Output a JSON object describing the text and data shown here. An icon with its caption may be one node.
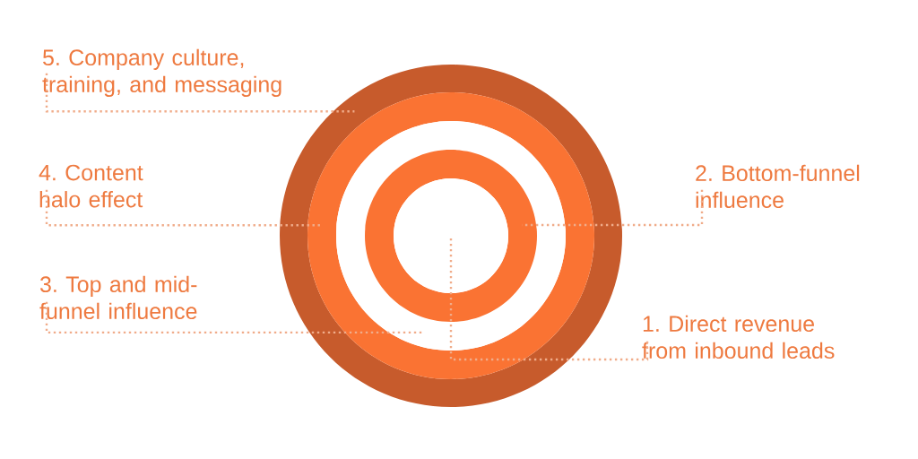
{
  "diagram": {
    "nodes": [
      {
        "text": [
          "5. Company culture, training, and messaging"
        ]
      },
      {
        "text": [
          "4. Content halo effect"
        ]
      },
      {
        "text": [
          "2. Bottom-funnel influence"
        ]
      },
      {
        "text": [
          "3. Top and mid-funnel influence"
        ]
      },
      {
        "text": [
          "1. Direct revenue from inbound leads"
        ]
      },
      {
        "text": [],
        "shape": "ring"
      },
      {
        "text": [],
        "shape": "ring",
        "in": 5
      },
      {
        "text": [],
        "shape": "ring",
        "in": 6
      },
      {
        "text": [],
        "shape": "ring",
        "in": 7
      },
      {
        "text": [],
        "shape": "circle",
        "in": 8
      }
    ],
    "edges": [
      {
        "from": 0,
        "to": 5,
        "arrow": "none"
      },
      {
        "from": 1,
        "to": 6,
        "arrow": "none"
      },
      {
        "from": 2,
        "to": 8,
        "arrow": "none"
      },
      {
        "from": 3,
        "to": 7,
        "arrow": "none"
      },
      {
        "from": 4,
        "to": 9,
        "arrow": "none"
      }
    ]
  }
}
